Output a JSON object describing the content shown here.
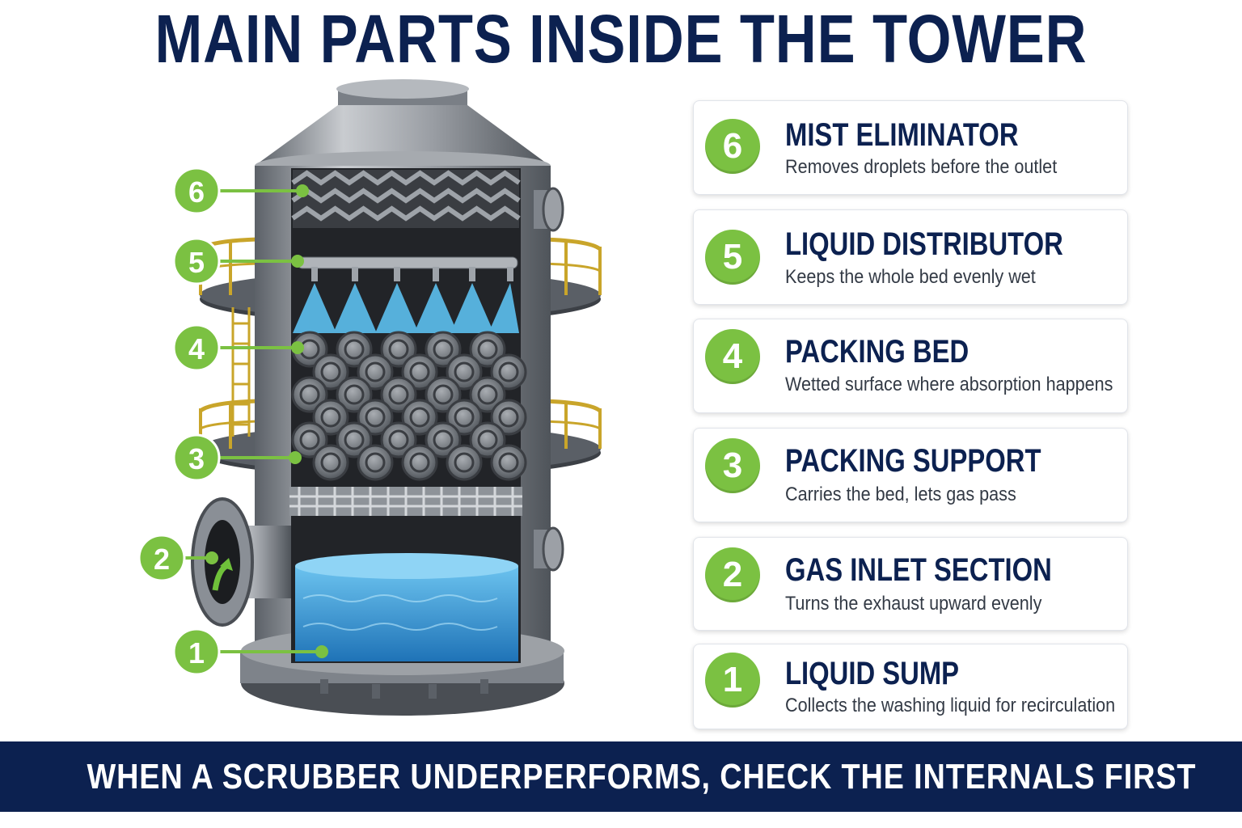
{
  "title": "MAIN PARTS INSIDE THE TOWER",
  "colors": {
    "navy": "#0c2150",
    "green": "#7bc142",
    "water": "#3aa0dc",
    "steel": "#8a8f96",
    "rail": "#c9a52a"
  },
  "callouts": [
    "6",
    "5",
    "4",
    "3",
    "2",
    "1"
  ],
  "cards": [
    {
      "number": "6",
      "title": "MIST ELIMINATOR",
      "desc": "Removes droplets before the outlet"
    },
    {
      "number": "5",
      "title": "LIQUID DISTRIBUTOR",
      "desc": "Keeps the whole bed evenly wet"
    },
    {
      "number": "4",
      "title": "PACKING BED",
      "desc": "Wetted surface where absorption happens"
    },
    {
      "number": "3",
      "title": "PACKING SUPPORT",
      "desc": "Carries the bed, lets gas pass"
    },
    {
      "number": "2",
      "title": "GAS INLET SECTION",
      "desc": "Turns the exhaust upward evenly"
    },
    {
      "number": "1",
      "title": "LIQUID SUMP",
      "desc": "Collects the washing liquid for recirculation"
    }
  ],
  "banner": "WHEN A SCRUBBER UNDERPERFORMS, CHECK THE INTERNALS FIRST"
}
